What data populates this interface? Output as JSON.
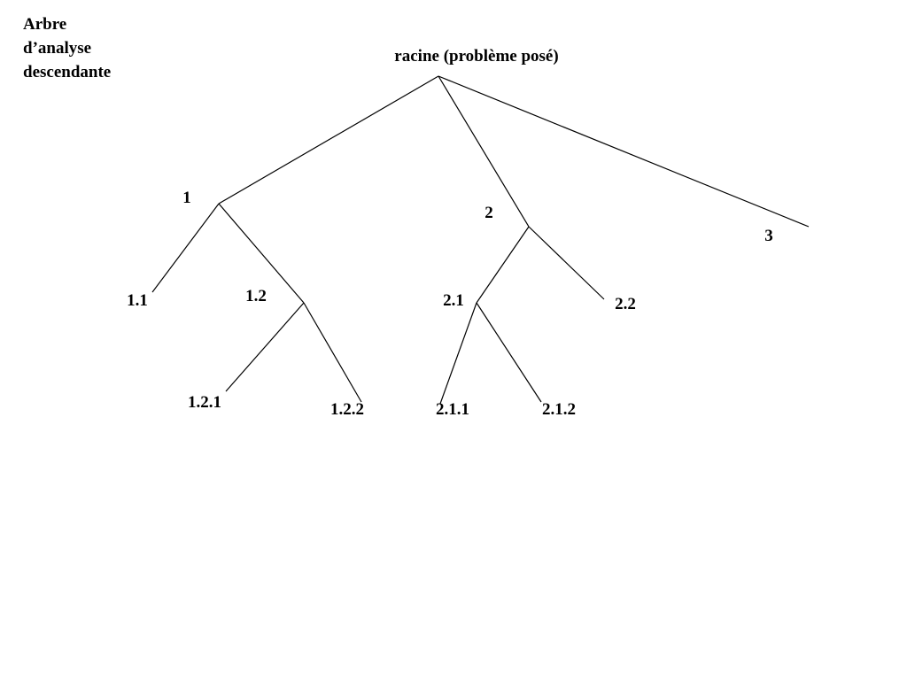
{
  "title_lines": [
    "Arbre",
    "d’analyse",
    "descendante"
  ],
  "tree": {
    "nodes": [
      {
        "id": "root",
        "label": "racine (problème posé)"
      },
      {
        "id": "n1",
        "label": "1"
      },
      {
        "id": "n2",
        "label": "2"
      },
      {
        "id": "n3",
        "label": "3"
      },
      {
        "id": "n1_1",
        "label": "1.1"
      },
      {
        "id": "n1_2",
        "label": "1.2"
      },
      {
        "id": "n1_2_1",
        "label": "1.2.1"
      },
      {
        "id": "n1_2_2",
        "label": "1.2.2"
      },
      {
        "id": "n2_1",
        "label": "2.1"
      },
      {
        "id": "n2_2",
        "label": "2.2"
      },
      {
        "id": "n2_1_1",
        "label": "2.1.1"
      },
      {
        "id": "n2_1_2",
        "label": "2.1.2"
      }
    ],
    "edges": [
      {
        "from": "root",
        "to": "n1"
      },
      {
        "from": "root",
        "to": "n2"
      },
      {
        "from": "root",
        "to": "n3"
      },
      {
        "from": "n1",
        "to": "n1_1"
      },
      {
        "from": "n1",
        "to": "n1_2"
      },
      {
        "from": "n1_2",
        "to": "n1_2_1"
      },
      {
        "from": "n1_2",
        "to": "n1_2_2"
      },
      {
        "from": "n2",
        "to": "n2_1"
      },
      {
        "from": "n2",
        "to": "n2_2"
      },
      {
        "from": "n2_1",
        "to": "n2_1_1"
      },
      {
        "from": "n2_1",
        "to": "n2_1_2"
      }
    ]
  }
}
